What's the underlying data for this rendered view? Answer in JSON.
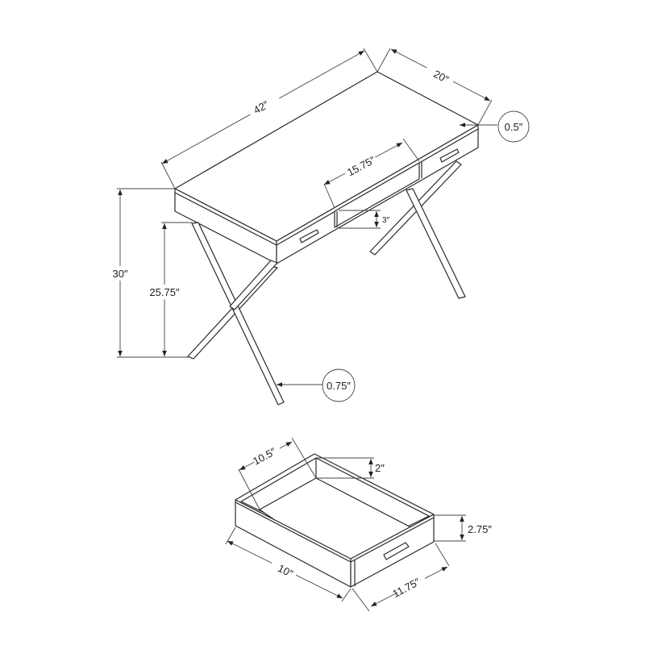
{
  "desk": {
    "width": "42″",
    "depth": "20″",
    "top_thickness": "0.5″",
    "middle_opening": "15.75″",
    "apron_height": "3″",
    "total_height": "30″",
    "clearance_height": "25.75″",
    "leg_thickness": "0.75″"
  },
  "drawer": {
    "inner_depth": "10.5″",
    "inner_height": "2″",
    "front_height": "2.75″",
    "inner_width": "10″",
    "outer_depth": "11.75″"
  },
  "colors": {
    "line": "#2a2a2a",
    "background": "#ffffff"
  }
}
